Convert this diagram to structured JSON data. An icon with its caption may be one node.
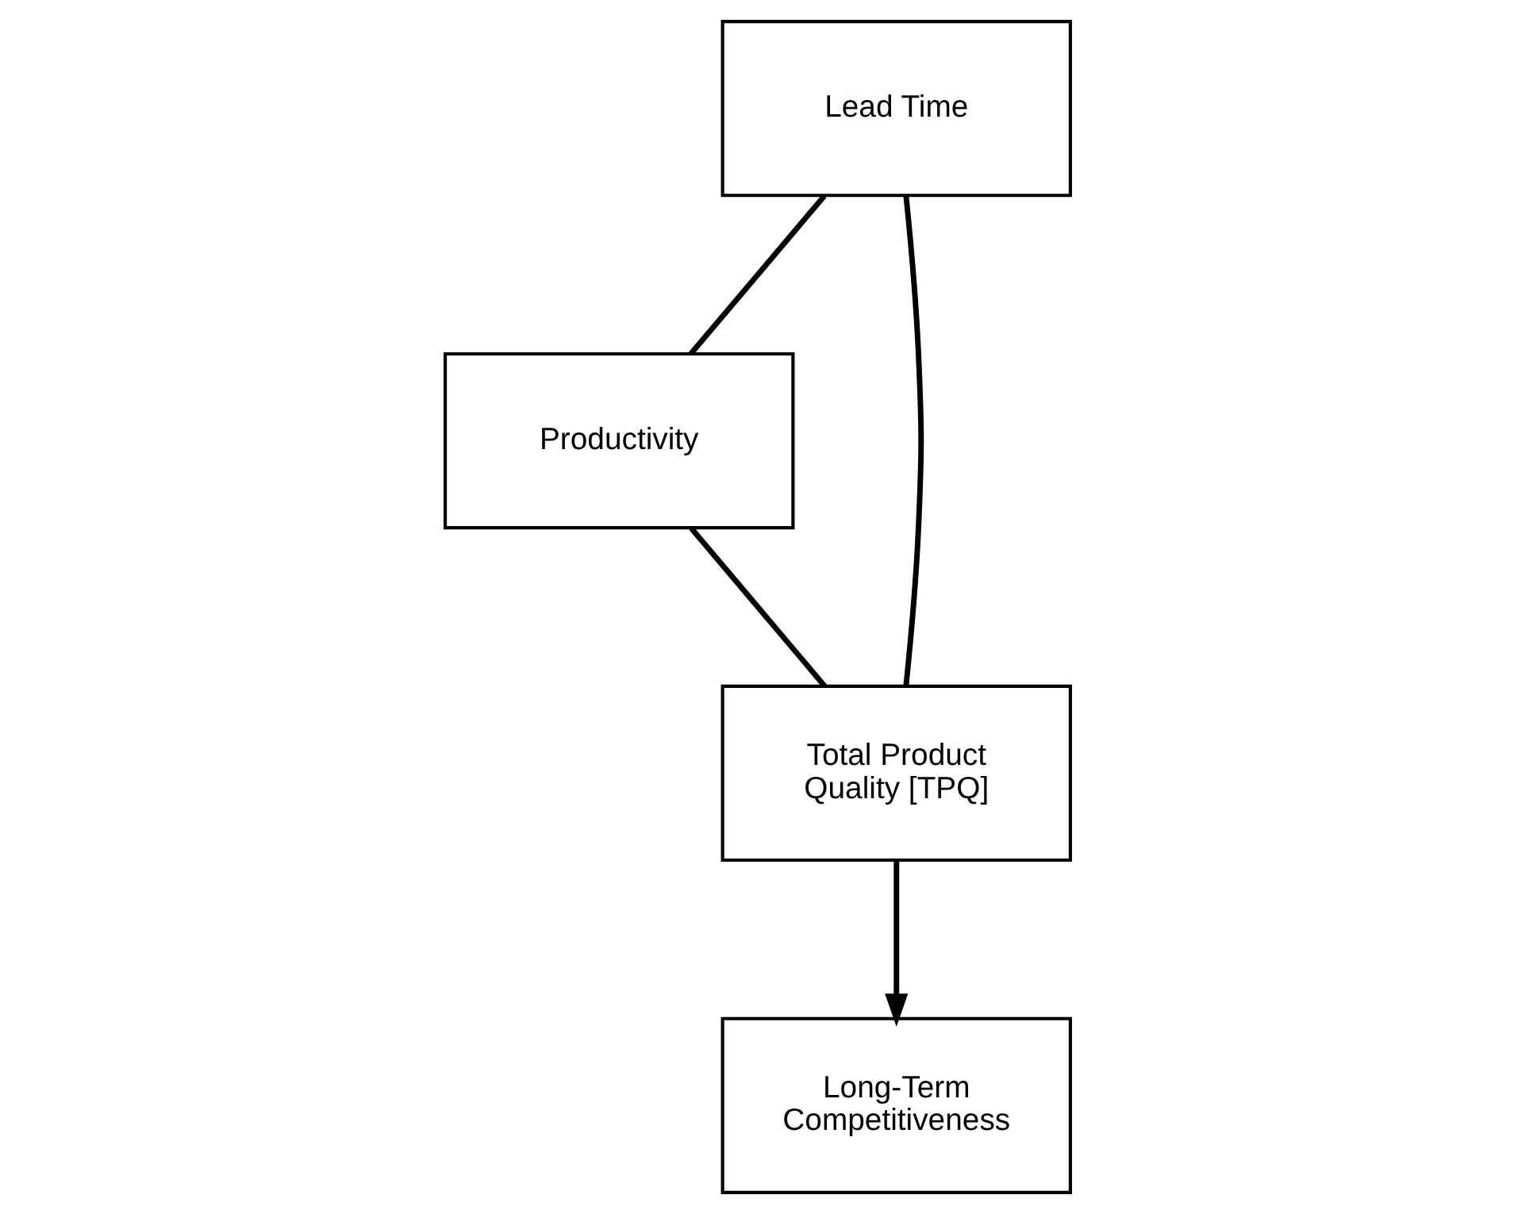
{
  "diagram": {
    "nodes": [
      {
        "text": [
          "Lead Time"
        ]
      },
      {
        "text": [
          "Productivity"
        ]
      },
      {
        "text": [
          "Total Product Quality [TPQ]"
        ]
      },
      {
        "text": [
          "Long-Term Competitiveness"
        ]
      }
    ],
    "edges": [
      {
        "from": 0,
        "to": 1,
        "arrow": "none"
      },
      {
        "from": 0,
        "to": 2,
        "arrow": "none"
      },
      {
        "from": 1,
        "to": 2,
        "arrow": "none"
      },
      {
        "from": 2,
        "to": 3,
        "arrow": "to"
      }
    ]
  }
}
